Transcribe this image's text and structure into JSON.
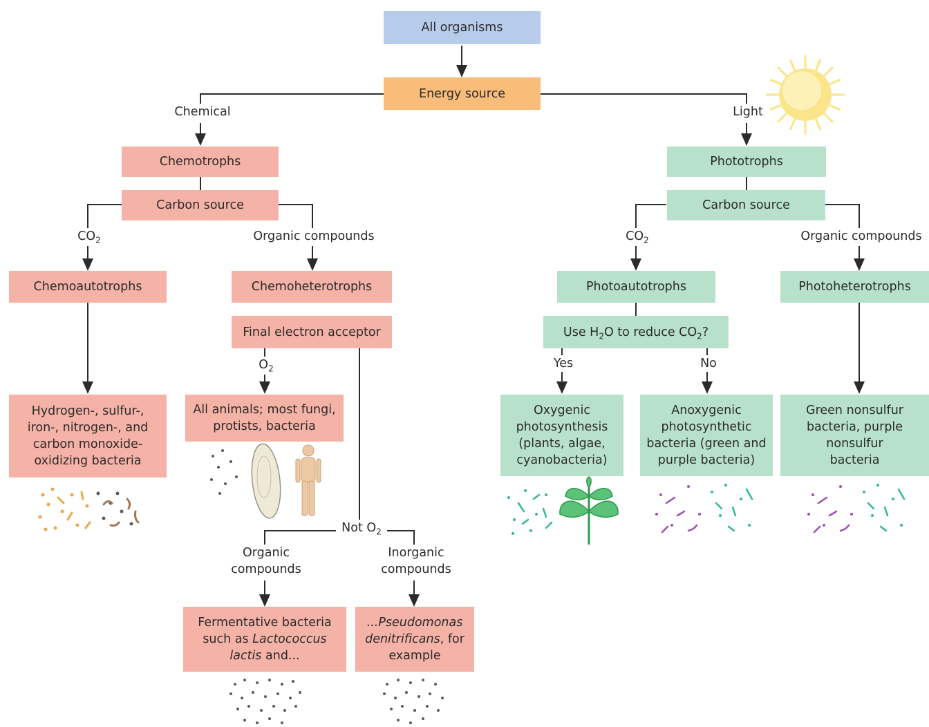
{
  "root": "All organisms",
  "energy_source": "Energy source",
  "chemical": "Chemical",
  "light": "Light",
  "chemotrophs": "Chemotrophs",
  "phototrophs": "Phototrophs",
  "carbon_source": "Carbon source",
  "co2": "CO",
  "sub2": "2",
  "organic_compounds": "Organic compounds",
  "chemoautotrophs": "Chemoautotrophs",
  "chemoheterotrophs": "Chemoheterotrophs",
  "photoautotrophs": "Photoautotrophs",
  "photoheterotrophs": "Photoheterotrophs",
  "final_electron_acceptor": "Final electron acceptor",
  "o2": "O",
  "not_o2": "Not O",
  "use_h2o_a": "Use H",
  "use_h2o_b": "O to reduce CO",
  "use_h2o_c": "?",
  "yes": "Yes",
  "no": "No",
  "chemoauto_examples": "Hydrogen-, sulfur-, iron-, nitrogen-, and carbon monoxide-oxidizing bacteria",
  "aerobic_examples": "All animals; most fungi, protists, bacteria",
  "organic_compounds_2": "Organic compounds",
  "inorganic_compounds": "Inorganic compounds",
  "fermentative_a": "Fermentative bacteria such as",
  "fermentative_b": "Lactococcus lactis",
  "fermentative_c": " and...",
  "pseudomonas_a": "...Pseudomonas denitrificans",
  "pseudomonas_b": ", for example",
  "oxygenic": "Oxygenic photosynthesis (plants, algae, cyanobacteria)",
  "anoxygenic": "Anoxygenic photosynthetic bacteria (green and purple bacteria)",
  "photohetero_examples": "Green nonsulfur bacteria, purple nonsulfur bacteria",
  "colors": {
    "blue": "#b7cbeb",
    "orange": "#f9bd79",
    "red": "#f5b2a6",
    "green": "#b8e1cb",
    "sun": "#fbe58a"
  },
  "illustrations": [
    "sun-illustration",
    "bacteria-cluster-illustration",
    "paramecium-illustration",
    "human-figure-illustration",
    "plant-sprout-illustration"
  ]
}
